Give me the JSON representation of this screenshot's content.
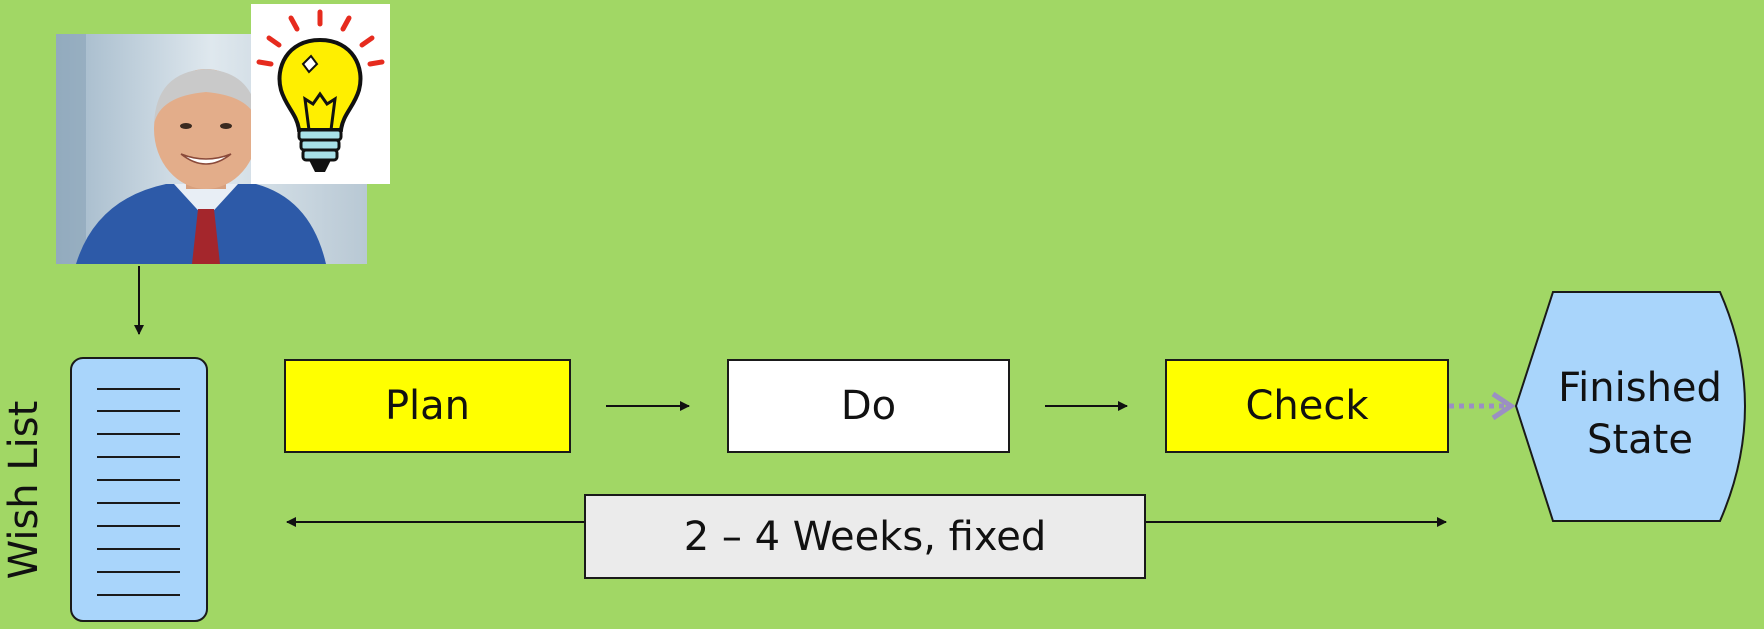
{
  "wish_list": {
    "label": "Wish List"
  },
  "steps": [
    {
      "label": "Plan"
    },
    {
      "label": "Do"
    },
    {
      "label": "Check"
    }
  ],
  "finished_state": {
    "line1": "Finished",
    "line2": "State"
  },
  "iteration": {
    "label": "2 – 4 Weeks, fixed"
  },
  "icons": {
    "person": "person-photo-icon",
    "idea": "lightbulb-icon",
    "list": "wish-list-icon"
  },
  "colors": {
    "background": "#a1d765",
    "plan_check_fill": "#ffff00",
    "do_fill": "#ffffff",
    "list_fill": "#a9d5fb",
    "finished_fill": "#a9d5fb",
    "iteration_fill": "#ebebeb",
    "dotted_arrow": "#9b8fc3"
  }
}
